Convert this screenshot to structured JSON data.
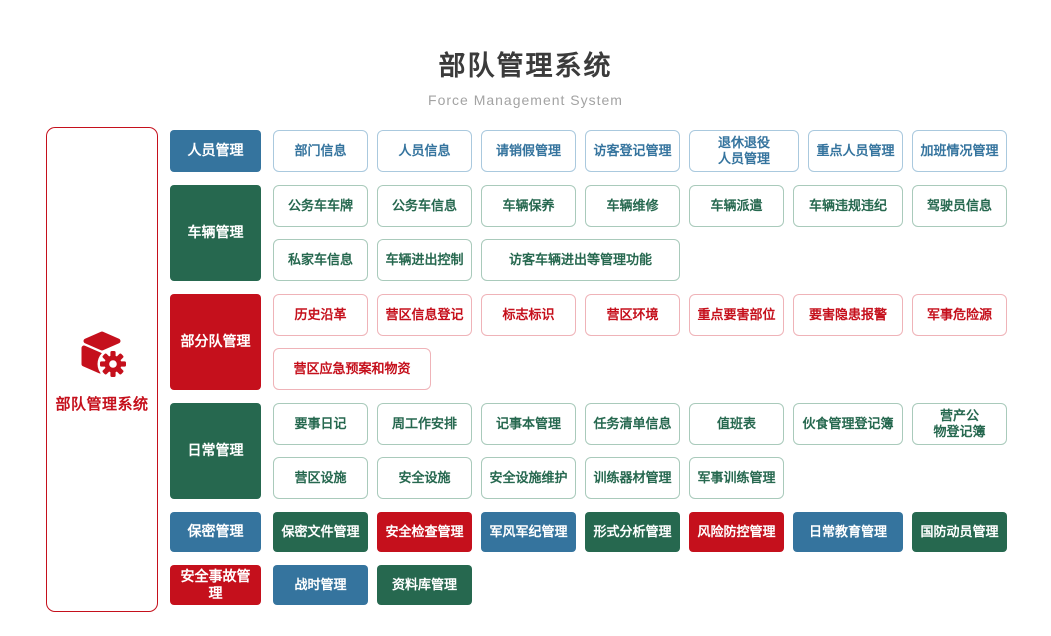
{
  "page": {
    "title": "部队管理系统",
    "subtitle": "Force Management System"
  },
  "colors": {
    "blue": "#35749E",
    "green": "#26684F",
    "red": "#C5101C",
    "blue_border": "#AAC9DE",
    "green_border": "#A9CABB",
    "red_border": "#EFB3B8",
    "title_text": "#3B3B3B",
    "subtitle_text": "#A3A3A3"
  },
  "root": {
    "label": "部队管理系统",
    "icon": "cube-gear-icon"
  },
  "sections": [
    {
      "header": "人员管理",
      "color": "blue",
      "rows": [
        [
          "部门信息",
          "人员信息",
          "请销假管理",
          "访客登记管理",
          "退休退役人员管理",
          "重点人员管理",
          "加班情况管理"
        ]
      ]
    },
    {
      "header": "车辆管理",
      "color": "green",
      "rows": [
        [
          "公务车车牌",
          "公务车信息",
          "车辆保养",
          "车辆维修",
          "车辆派遣",
          "车辆违规违纪",
          "驾驶员信息"
        ],
        [
          "私家车信息",
          "车辆进出控制",
          "访客车辆进出等管理功能"
        ]
      ]
    },
    {
      "header": "部分队管理",
      "color": "red",
      "rows": [
        [
          "历史沿革",
          "营区信息登记",
          "标志标识",
          "营区环境",
          "重点要害部位",
          "要害隐患报警",
          "军事危险源"
        ],
        [
          "营区应急预案和物资"
        ]
      ]
    },
    {
      "header": "日常管理",
      "color": "green",
      "rows": [
        [
          "要事日记",
          "周工作安排",
          "记事本管理",
          "任务清单信息",
          "值班表",
          "伙食管理登记簿",
          "营产公物登记簿"
        ],
        [
          "营区设施",
          "安全设施",
          "安全设施维护",
          "训练器材管理",
          "军事训练管理"
        ]
      ]
    },
    {
      "header": "保密管理",
      "color": "blue",
      "items": [
        {
          "label": "保密文件管理",
          "color": "green"
        },
        {
          "label": "安全检查管理",
          "color": "red"
        },
        {
          "label": "军风军纪管理",
          "color": "blue"
        },
        {
          "label": "形式分析管理",
          "color": "green"
        },
        {
          "label": "风险防控管理",
          "color": "red"
        },
        {
          "label": "日常教育管理",
          "color": "blue"
        },
        {
          "label": "国防动员管理",
          "color": "green"
        }
      ]
    },
    {
      "header": "安全事故管理",
      "color": "red",
      "items": [
        {
          "label": "战时管理",
          "color": "blue"
        },
        {
          "label": "资料库管理",
          "color": "green"
        }
      ]
    }
  ]
}
